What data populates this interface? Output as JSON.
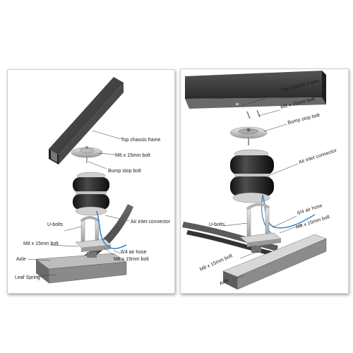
{
  "left_panel": {
    "labels": {
      "top_chassis_frame": "Top chassis frame",
      "m8_bolt_top": "M8 x 15mm bolt",
      "bump_stop_bolt": "Bump stop bolt",
      "u_bolts": "U-bolts",
      "air_inlet_connector": "Air inlet connector",
      "m8_bolt_left": "M8 x 15mm bolt",
      "air_hose": "6/4 air hose",
      "m8_bolt_bottom": "M8 x 15mm bolt",
      "axle": "Axle",
      "leaf_spring": "Leaf Spring"
    }
  },
  "right_panel": {
    "labels": {
      "top_chassis_frame": "Top chassis frame",
      "m8_bolt_top": "M8 x 15mm bolt",
      "bump_stop_bolt": "Bump stop bolt",
      "air_inlet_connector": "Air inlet connector",
      "air_hose": "6/4 air hose",
      "m8_bolt_right": "M8 x 15mm bolt",
      "u_bolts": "U-bolts",
      "m8_bolt_bottom": "M8 x 15mm bolt",
      "axle": "Axle"
    }
  },
  "colors": {
    "frame_dark": "#3a3a3a",
    "frame_light": "#6e6e6e",
    "bag_dark": "#1e1e1e",
    "metal": "#c8c8c8",
    "hose": "#3a86c8"
  }
}
